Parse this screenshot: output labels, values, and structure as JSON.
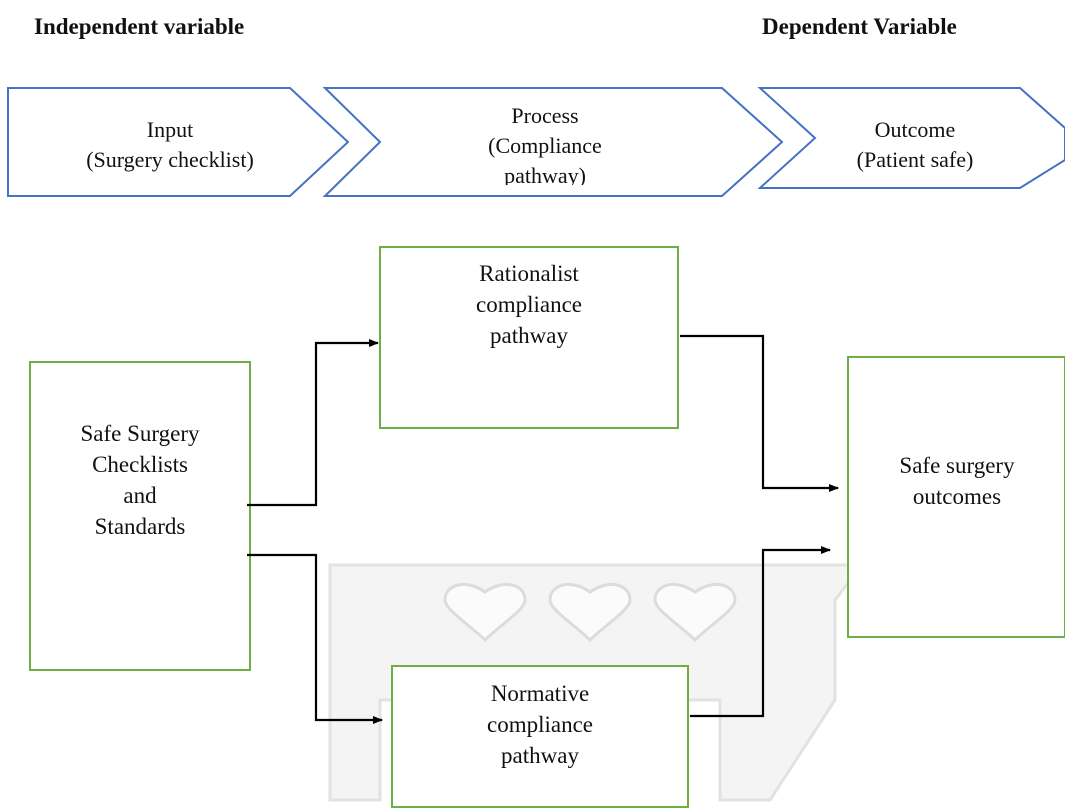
{
  "headers": {
    "independent": "Independent variable",
    "dependent": "Dependent Variable"
  },
  "chevrons": [
    {
      "line1": "Input",
      "line2": "(Surgery checklist)",
      "line3": ""
    },
    {
      "line1": "Process",
      "line2": "(Compliance",
      "line3": "pathway)"
    },
    {
      "line1": "Outcome",
      "line2": "(Patient safe)",
      "line3": ""
    }
  ],
  "boxes": {
    "source": {
      "lines": [
        "Safe Surgery",
        "Checklists",
        "and",
        "Standards"
      ]
    },
    "rationalist": {
      "lines": [
        "Rationalist",
        "compliance",
        "pathway"
      ]
    },
    "normative": {
      "lines": [
        "Normative",
        "compliance",
        "pathway"
      ]
    },
    "outcome": {
      "lines": [
        "Safe surgery",
        "outcomes"
      ]
    }
  },
  "colors": {
    "chevron_border": "#4472c4",
    "box_border": "#70ad47",
    "arrow": "#000000",
    "watermark": "#d9d9d9"
  }
}
